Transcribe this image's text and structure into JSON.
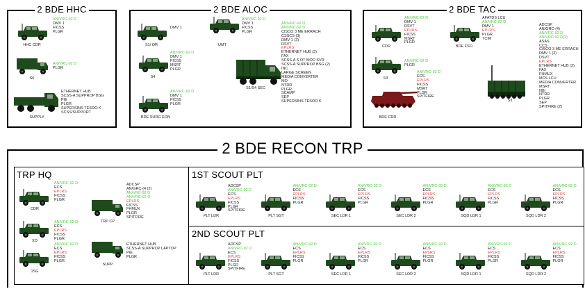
{
  "hhc": {
    "title": "2 BDE HHC",
    "vehicles": [
      {
        "type": "hmmwv",
        "label": "HHC CDR",
        "items": [
          {
            "t": "AN/VRC-92 D",
            "c": "green"
          },
          {
            "t": "DMV 1",
            "c": "black"
          },
          {
            "t": "FICSS",
            "c": "black"
          },
          {
            "t": "PLGR",
            "c": "black"
          }
        ]
      },
      {
        "type": "cargo",
        "label": "S6",
        "items": [
          {
            "t": "AN/VRC-92 D",
            "c": "green"
          },
          {
            "t": "PLGR",
            "c": "black"
          }
        ]
      },
      {
        "type": "truck",
        "label": "SUPPLY",
        "items": [
          {
            "t": "ETHERNET HUB",
            "c": "black"
          },
          {
            "t": "SCSS-A SUPPROP BSG",
            "c": "black"
          },
          {
            "t": "PIE",
            "c": "black"
          },
          {
            "t": "PLGR",
            "c": "black"
          },
          {
            "t": "SUPERSINS TESOO K",
            "c": "black"
          },
          {
            "t": "SCSS/SUPPORT",
            "c": "black"
          }
        ]
      }
    ]
  },
  "aloc": {
    "title": "2 BDE ALOC",
    "vehicles": [
      {
        "type": "hmmwv",
        "label": "S1/ OR",
        "items": [
          {
            "t": "DMV 1",
            "c": "black"
          }
        ]
      },
      {
        "type": "hmmwv",
        "label": "UMT",
        "items": [
          {
            "t": "AN/VRC-92 D",
            "c": "green"
          },
          {
            "t": "DMV 1",
            "c": "black"
          },
          {
            "t": "FICSS",
            "c": "black"
          },
          {
            "t": "PLGR",
            "c": "black"
          }
        ]
      },
      {
        "type": "hmmwv",
        "label": "S4",
        "items": [
          {
            "t": "AN/VRC-92 D",
            "c": "green"
          },
          {
            "t": "DMV 1",
            "c": "black"
          },
          {
            "t": "FICSS",
            "c": "black"
          },
          {
            "t": "MSRT",
            "c": "black"
          },
          {
            "t": "PLGR",
            "c": "black"
          }
        ]
      },
      {
        "type": "hmmwv",
        "label": "BDE SURG EON",
        "items": [
          {
            "t": "AN/VRC-92 D",
            "c": "green"
          },
          {
            "t": "DMV 1",
            "c": "black"
          },
          {
            "t": "FICSS",
            "c": "black"
          },
          {
            "t": "PLGR",
            "c": "black"
          }
        ]
      },
      {
        "type": "trailer",
        "label": "S1/S4 SEC",
        "items": [
          {
            "t": "AN/VRC-92 D",
            "c": "green"
          },
          {
            "t": "AN/VRC-92 D",
            "c": "green"
          },
          {
            "t": "CISCO 3 ME ERRACH",
            "c": "black"
          },
          {
            "t": "CSSCS (3)",
            "c": "black"
          },
          {
            "t": "DMV 1 (3)",
            "c": "black"
          },
          {
            "t": "DSVT",
            "c": "black"
          },
          {
            "t": "EPLRS",
            "c": "red"
          },
          {
            "t": "ETHERNET HUB (3)",
            "c": "black"
          },
          {
            "t": "FAX",
            "c": "black"
          },
          {
            "t": "SCSS-A S OT MOD SVR",
            "c": "black"
          },
          {
            "t": "SCSS-A SUPPROP BSG (2)",
            "c": "black"
          },
          {
            "t": "INC",
            "c": "black"
          },
          {
            "t": "LARGE SCREEN",
            "c": "black"
          },
          {
            "t": "MEDIA CONVERTER",
            "c": "black"
          },
          {
            "t": "MO",
            "c": "black"
          },
          {
            "t": "NTDR",
            "c": "black"
          },
          {
            "t": "PLGR",
            "c": "black"
          },
          {
            "t": "SCAMP",
            "c": "black"
          },
          {
            "t": "SEP",
            "c": "black"
          },
          {
            "t": "SUPERSINS TESOO K",
            "c": "black"
          }
        ]
      }
    ]
  },
  "tac": {
    "title": "2 BDE TAC",
    "vehicles": [
      {
        "type": "hmmwv",
        "label": "CDR",
        "items": [
          {
            "t": "AN/VRC-92 D",
            "c": "green"
          },
          {
            "t": "DMV 1",
            "c": "black"
          },
          {
            "t": "DSVT",
            "c": "black"
          },
          {
            "t": "EPLRS",
            "c": "red"
          },
          {
            "t": "FICSS",
            "c": "black"
          },
          {
            "t": "MSRT",
            "c": "black"
          },
          {
            "t": "PLGR",
            "c": "black"
          }
        ]
      },
      {
        "type": "hmmwv",
        "label": "BDE FSO",
        "items": [
          {
            "t": "AFATDS LCU",
            "c": "black"
          },
          {
            "t": "AN/VRC-92 D",
            "c": "green"
          },
          {
            "t": "DMV 1",
            "c": "black"
          },
          {
            "t": "EPLRS",
            "c": "red"
          },
          {
            "t": "PLGR",
            "c": "black"
          },
          {
            "t": "TCIM",
            "c": "black"
          }
        ]
      },
      {
        "type": "hmmwv",
        "label": "S3",
        "items": [
          {
            "t": "AN/VRC-92 D",
            "c": "green"
          },
          {
            "t": "PLGR",
            "c": "black"
          }
        ]
      },
      {
        "type": "tank",
        "label": "BDE CDR",
        "items": [
          {
            "t": "AN/VRC-92 D",
            "c": "green"
          },
          {
            "t": "ECS",
            "c": "black"
          },
          {
            "t": "EPLRS",
            "c": "red"
          },
          {
            "t": "FICSS",
            "c": "black"
          },
          {
            "t": "MSRT",
            "c": "black"
          },
          {
            "t": "PLGR",
            "c": "black"
          },
          {
            "t": "SPITFIRE",
            "c": "black"
          }
        ]
      },
      {
        "type": "shelter",
        "label": "S3",
        "items": [
          {
            "t": "ADCSP",
            "c": "black"
          },
          {
            "t": "AN/GRC-(4)",
            "c": "black"
          },
          {
            "t": "AN/VRC-92 D",
            "c": "green"
          },
          {
            "t": "AN/VRC-92 D(2)",
            "c": "green"
          },
          {
            "t": "ASAS",
            "c": "black"
          },
          {
            "t": "CCS",
            "c": "black"
          },
          {
            "t": "CISCO 3 ME ERRACH",
            "c": "black"
          },
          {
            "t": "DMV 1 (3)",
            "c": "black"
          },
          {
            "t": "DSVT",
            "c": "black"
          },
          {
            "t": "EPLRS",
            "c": "red"
          },
          {
            "t": "ETHERNET HUB (2)",
            "c": "black"
          },
          {
            "t": "FAX",
            "c": "black"
          },
          {
            "t": "FHMUX",
            "c": "black"
          },
          {
            "t": "MCS LCU",
            "c": "black"
          },
          {
            "t": "MEDIA CONVERTER",
            "c": "black"
          },
          {
            "t": "MSRT",
            "c": "black"
          },
          {
            "t": "NBI",
            "c": "black"
          },
          {
            "t": "NTDR",
            "c": "black"
          },
          {
            "t": "PLGR",
            "c": "black"
          },
          {
            "t": "SEP",
            "c": "black"
          },
          {
            "t": "SPITFIRE (2)",
            "c": "black"
          }
        ]
      }
    ]
  },
  "recon": {
    "title": "2 BDE RECON TRP",
    "hq": {
      "title": "TRP HQ",
      "vehicles": [
        {
          "type": "hmmwv",
          "label": "CDR",
          "items": [
            {
              "t": "AN/VRC-92 D",
              "c": "green"
            },
            {
              "t": "ECS",
              "c": "black"
            },
            {
              "t": "EPLRS",
              "c": "red"
            },
            {
              "t": "FICSS",
              "c": "black"
            },
            {
              "t": "PLGR",
              "c": "black"
            }
          ]
        },
        {
          "type": "cargo",
          "label": "TRP CP",
          "items": [
            {
              "t": "ADCSP",
              "c": "black"
            },
            {
              "t": "AN/GRC-(4 (2)",
              "c": "black"
            },
            {
              "t": "AN/VRC-92 D",
              "c": "green"
            },
            {
              "t": "AN/VRC-92 D",
              "c": "green"
            },
            {
              "t": "EPLRS",
              "c": "red"
            },
            {
              "t": "FICSS",
              "c": "black"
            },
            {
              "t": "FHMUX",
              "c": "black"
            },
            {
              "t": "PLGR",
              "c": "black"
            },
            {
              "t": "SPITFIRE",
              "c": "black"
            }
          ]
        },
        {
          "type": "hmmwv",
          "label": "XO",
          "items": [
            {
              "t": "AN/VRC-92 D",
              "c": "green"
            },
            {
              "t": "ECS",
              "c": "black"
            },
            {
              "t": "EPLRS",
              "c": "red"
            },
            {
              "t": "FICSS",
              "c": "black"
            },
            {
              "t": "PLGR",
              "c": "black"
            }
          ]
        },
        {
          "type": "hmmwv",
          "label": "1SG",
          "items": [
            {
              "t": "AN/VRC-92 D",
              "c": "green"
            },
            {
              "t": "ECS",
              "c": "black"
            },
            {
              "t": "EPLRS",
              "c": "red"
            },
            {
              "t": "FICSS",
              "c": "black"
            },
            {
              "t": "PLGR",
              "c": "black"
            }
          ]
        },
        {
          "type": "cargo",
          "label": "SUPP",
          "items": [
            {
              "t": "ETHERNET HUB",
              "c": "black"
            },
            {
              "t": "SCSS-A SUPPROP LAPTOP",
              "c": "black"
            },
            {
              "t": "PIE",
              "c": "black"
            },
            {
              "t": "PLGR",
              "c": "black"
            }
          ]
        }
      ]
    },
    "plt1": {
      "title": "1ST SCOUT PLT",
      "vehicles": [
        {
          "label": "PLT LDR",
          "items": [
            {
              "t": "ADCSP",
              "c": "black"
            },
            {
              "t": "AN/VRC-92 D",
              "c": "green"
            },
            {
              "t": "ECS",
              "c": "black"
            },
            {
              "t": "EPLRS",
              "c": "red"
            },
            {
              "t": "FICSS",
              "c": "black"
            },
            {
              "t": "PLGR",
              "c": "black"
            },
            {
              "t": "SPITFIRE",
              "c": "black"
            }
          ]
        },
        {
          "label": "PLT SGT",
          "items": [
            {
              "t": "AN/VRC-92 D",
              "c": "green"
            },
            {
              "t": "ECS",
              "c": "black"
            },
            {
              "t": "EPLRS",
              "c": "red"
            },
            {
              "t": "FICSS",
              "c": "black"
            },
            {
              "t": "PLGR",
              "c": "black"
            }
          ]
        },
        {
          "label": "SEC LDR 1",
          "items": [
            {
              "t": "AN/VRC-92 D",
              "c": "green"
            },
            {
              "t": "ECS",
              "c": "black"
            },
            {
              "t": "EPLRS",
              "c": "red"
            },
            {
              "t": "FICSS",
              "c": "black"
            },
            {
              "t": "PLGR",
              "c": "black"
            }
          ]
        },
        {
          "label": "SEC LDR 2",
          "items": [
            {
              "t": "AN/VRC-92 D",
              "c": "green"
            },
            {
              "t": "ECS",
              "c": "black"
            },
            {
              "t": "EPLRS",
              "c": "red"
            },
            {
              "t": "FICSS",
              "c": "black"
            },
            {
              "t": "PLGR",
              "c": "black"
            }
          ]
        },
        {
          "label": "SQD LDR 1",
          "items": [
            {
              "t": "AN/VRC-92 D",
              "c": "green"
            },
            {
              "t": "ECS",
              "c": "black"
            },
            {
              "t": "EPLRS",
              "c": "red"
            },
            {
              "t": "FICSS",
              "c": "black"
            },
            {
              "t": "PLGR",
              "c": "black"
            }
          ]
        },
        {
          "label": "SQD LDR 2",
          "items": [
            {
              "t": "AN/VRC-92 D",
              "c": "green"
            },
            {
              "t": "ECS",
              "c": "black"
            },
            {
              "t": "EPLRS",
              "c": "red"
            },
            {
              "t": "FICSS",
              "c": "black"
            },
            {
              "t": "PLGR",
              "c": "black"
            }
          ]
        }
      ]
    },
    "plt2": {
      "title": "2ND SCOUT PLT",
      "vehicles": [
        {
          "label": "PLT LDR",
          "items": [
            {
              "t": "ADCSP",
              "c": "black"
            },
            {
              "t": "AN/VRC-92 D",
              "c": "green"
            },
            {
              "t": "ECS",
              "c": "black"
            },
            {
              "t": "EPLRS",
              "c": "red"
            },
            {
              "t": "FICSS",
              "c": "black"
            },
            {
              "t": "PLGR",
              "c": "black"
            },
            {
              "t": "SPITFIRE",
              "c": "black"
            }
          ]
        },
        {
          "label": "PLT SGT",
          "items": [
            {
              "t": "AN/VRC-92 D",
              "c": "green"
            },
            {
              "t": "ECS",
              "c": "black"
            },
            {
              "t": "EPLRS",
              "c": "red"
            },
            {
              "t": "FICSS",
              "c": "black"
            },
            {
              "t": "PLGR",
              "c": "black"
            }
          ]
        },
        {
          "label": "SEC LDR 1",
          "items": [
            {
              "t": "AN/VRC-92 D",
              "c": "green"
            },
            {
              "t": "ECS",
              "c": "black"
            },
            {
              "t": "EPLRS",
              "c": "red"
            },
            {
              "t": "FICSS",
              "c": "black"
            },
            {
              "t": "PLGR",
              "c": "black"
            }
          ]
        },
        {
          "label": "SEC LDR 2",
          "items": [
            {
              "t": "AN/VRC-92 D",
              "c": "green"
            },
            {
              "t": "ECS",
              "c": "black"
            },
            {
              "t": "EPLRS",
              "c": "red"
            },
            {
              "t": "FICSS",
              "c": "black"
            },
            {
              "t": "PLGR",
              "c": "black"
            }
          ]
        },
        {
          "label": "SQD LDR 1",
          "items": [
            {
              "t": "AN/VRC-92 D",
              "c": "green"
            },
            {
              "t": "ECS",
              "c": "black"
            },
            {
              "t": "EPLRS",
              "c": "red"
            },
            {
              "t": "FICSS",
              "c": "black"
            },
            {
              "t": "PLGR",
              "c": "black"
            }
          ]
        },
        {
          "label": "SQD LDR 2",
          "items": [
            {
              "t": "AN/VRC-92 D",
              "c": "green"
            },
            {
              "t": "ECS",
              "c": "black"
            },
            {
              "t": "EPLRS",
              "c": "red"
            },
            {
              "t": "FICSS",
              "c": "black"
            },
            {
              "t": "PLGR",
              "c": "black"
            }
          ]
        }
      ]
    }
  },
  "colors": {
    "vehicle": "#1f4a1d",
    "tank": "#7a1a1a",
    "green_text": "#4ccc3c",
    "red_text": "#e2444a"
  }
}
